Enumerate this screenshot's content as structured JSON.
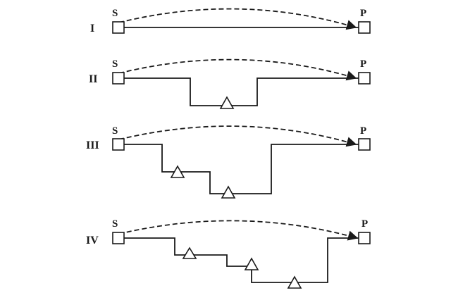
{
  "rows": [
    {
      "roman": "I",
      "source_label": "S",
      "target_label": "P",
      "intermediate_count": 0
    },
    {
      "roman": "II",
      "source_label": "S",
      "target_label": "P",
      "intermediate_count": 1
    },
    {
      "roman": "III",
      "source_label": "S",
      "target_label": "P",
      "intermediate_count": 2
    },
    {
      "roman": "IV",
      "source_label": "S",
      "target_label": "P",
      "intermediate_count": 3
    }
  ],
  "colors": {
    "ink": "#1a1a1a",
    "background": "#ffffff"
  },
  "icons": {
    "endpoint": "square-node-icon",
    "intermediate": "triangle-node-icon"
  }
}
